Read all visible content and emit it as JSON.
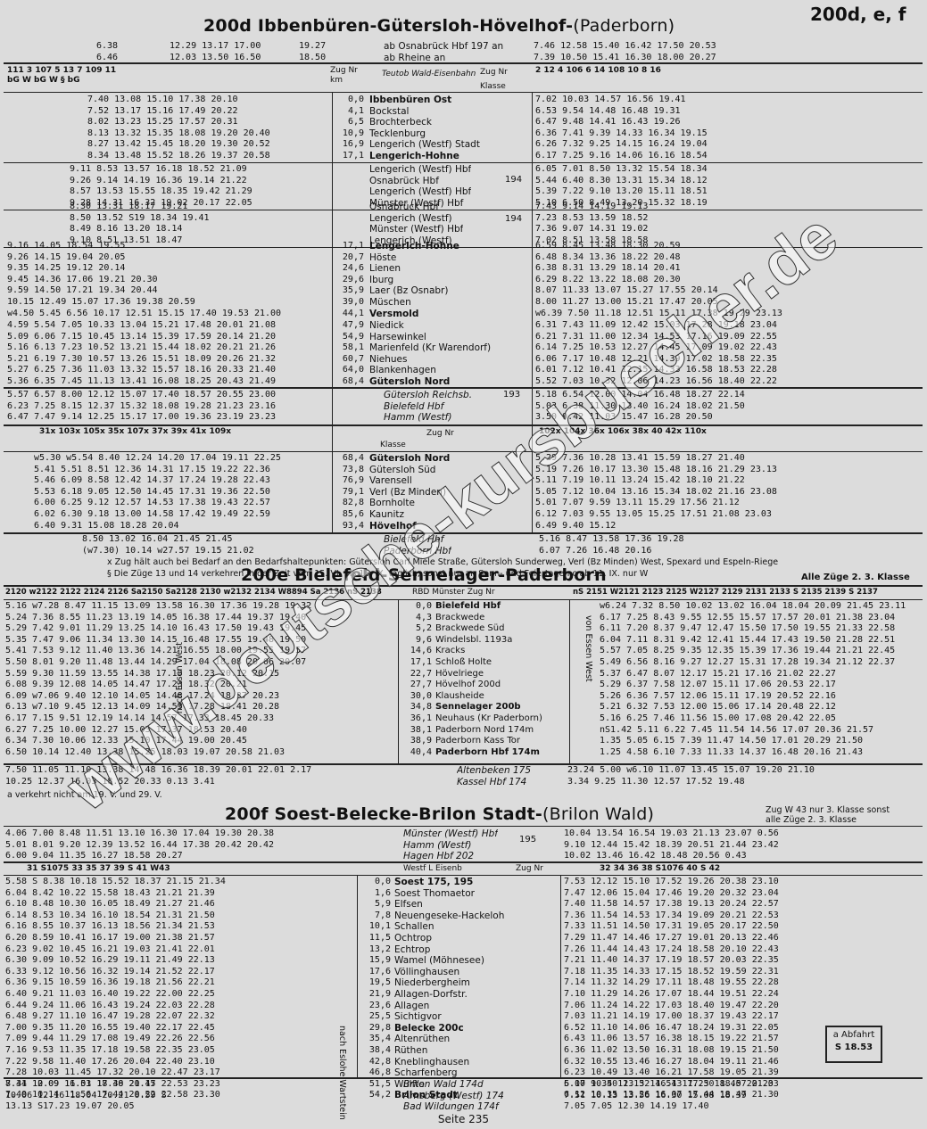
{
  "corner": "200d, e, f",
  "s1": {
    "title": "200d Ibbenbüren-Gütersloh-Hövelhof-",
    "title_sub": "(Paderborn)",
    "top_left_times": [
      "6.38",
      "6.46"
    ],
    "top_left_times2": [
      "12.29 13.17 17.00",
      "12.03 13.50 16.50"
    ],
    "top_left_times3": [
      "19.27",
      "18.50"
    ],
    "top_ref": [
      "ab Osnabrück Hbf 197 an",
      "ab Rheine an"
    ],
    "top_right_times": [
      "7.46 12.58 15.40 16.42 17.50 20.53",
      "7.39 10.50 15.41 16.30 18.00 20.27"
    ],
    "left_trains": "111 3 107 5 13 7 109 11",
    "left_trains_sub": "bG W   bG W   §   bG",
    "right_trains": "2 12 4 106 6 14 108 10 8 16",
    "line_name": "Teutob Wald-Eisenbahn",
    "zug_nr": "Zug Nr",
    "klasse": "Klasse",
    "km_label": "km",
    "stations_a": [
      "Ibbenbüren Ost",
      "Bockstal",
      "Brochterbeck",
      "Tecklenburg",
      "Lengerich (Westf) Stadt",
      "Lengerich-Hohne"
    ],
    "km_a": [
      "0,0",
      "4,1",
      "6,5",
      "10,9",
      "16,9",
      "17,1"
    ],
    "left_a": [
      "7.40 13.08 15.10 17.38 20.10",
      "7.52 13.17 15.16 17.49 20.22",
      "8.02 13.23 15.25 17.57 20.31",
      "8.13 13.32 15.35 18.08 19.20 20.40",
      "8.27 13.42 15.45 18.20 19.30 20.52",
      "8.34 13.48 15.52 18.26 19.37 20.58"
    ],
    "right_a": [
      "7.02 10.03 14.57 16.56 19.41",
      "6.53 9.54 14.48 16.48 19.31",
      "6.47 9.48 14.41 16.43 19.26",
      "6.36 7.41 9.39 14.33 16.34 19.15",
      "6.26 7.32 9.25 14.15 16.24 19.04",
      "6.17 7.25 9.16 14.06 16.16 18.54"
    ],
    "stations_b": [
      "Lengerich (Westf) Hbf",
      "Osnabrück Hbf",
      "Lengerich (Westf) Hbf",
      "Münster (Westf) Hbf"
    ],
    "left_b": [
      "9.11 8.53 13.57 16.18 18.52 21.09",
      "9.26 9.14 14.19 16.36 19.14 21.22",
      "8.57 13.53 15.55 18.35 19.42 21.29",
      "9.28 14.31 16.32 19.02 20.17 22.05"
    ],
    "right_b": [
      "6.05 7.01 8.50 13.32 15.54 18.34",
      "5.44 6.40 8.30 13.31 15.34 18.12",
      "5.39 7.22 9.10 13.20 15.11 18.51",
      "5.10 6.50 8.49 13.20 15.32 18.19"
    ],
    "stations_c": [
      "Osnabrück Hbf",
      "Lengerich (Westf)",
      "Münster (Westf) Hbf",
      "Lengerich (Westf)"
    ],
    "left_c": [
      "8.30 13.31 18.17 19.21",
      "8.50 13.52 S19 18.34 19.41",
      "8.49 8.16 13.20 18.14",
      "9.10 8.51 13.51 18.47"
    ],
    "right_c": [
      "7.43 9.14 14.19 19.13",
      "7.23 8.53 13.59 18.52",
      "7.36 9.07 14.31 19.02",
      "7.02 8.51 13.58 18.58"
    ],
    "ref_194": "194",
    "ref_194b": "194",
    "stations_d": [
      "Lengerich-Hohne",
      "Höste",
      "Lienen",
      "Iburg",
      "Laer (Bz Osnabr)",
      "Müschen",
      "Versmold"
    ],
    "km_d": [
      "17,1",
      "20,7",
      "24,6",
      "29,6",
      "35,9",
      "39,0",
      "44,1"
    ],
    "left_d": [
      "9.16 14.05 18.54 19.55",
      "9.26 14.15 19.04 20.05",
      "9.35 14.25 19.12 20.14",
      "9.45 14.36 17.06 19.21 20.30",
      "9.59 14.50 17.21 19.34 20.44",
      "10.15 12.49 15.07 17.36 19.38 20.59",
      "w4.50 5.45 6.56 10.17 12.51 15.15 17.40 19.53 21.00"
    ],
    "right_d": [
      "6.59 8.45 13.48 18.30 20.59",
      "6.48 8.34 13.36 18.22 20.48",
      "6.38 8.31 13.29 18.14 20.41",
      "6.29 8.22 13.22 18.08 20.30",
      "8.07 11.33 13.07 15.27 17.55 20.14",
      "8.00 11.27 13.00 15.21 17.47 20.05",
      "w6.39 7.50 11.18 12.51 15.11 17.38 19.29 23.13"
    ],
    "stations_e": [
      "Niedick",
      "Harsewinkel",
      "Marienfeld (Kr Warendorf)",
      "Niehues",
      "Blankenhagen",
      "Gütersloh Nord"
    ],
    "km_e": [
      "47,9",
      "54,9",
      "58,1",
      "60,7",
      "64,0",
      "68,4"
    ],
    "left_e": [
      "4.59 5.54 7.05 10.33 13.04 15.21 17.48 20.01 21.08",
      "5.09 6.06 7.15 10.45 13.14 15.39 17.59 20.14 21.20",
      "5.16 6.13 7.23 10.52 13.21 15.44 18.02 20.21 21.26",
      "5.21 6.19 7.30 10.57 13.26 15.51 18.09 20.26 21.32",
      "5.27 6.25 7.36 11.03 13.32 15.57 18.16 20.33 21.40",
      "5.36 6.35 7.45 11.13 13.41 16.08 18.25 20.43 21.49"
    ],
    "right_e": [
      "6.31 7.43 11.09 12.42 15.03 17.28 19.18 23.04",
      "6.21 7.31 11.00 12.34 14.53 17.16 19.09 22.55",
      "6.14 7.25 10.53 12.27 14.45 17.09 19.02 22.43",
      "6.06 7.17 10.48 12.21 14.39 17.02 18.58 22.35",
      "6.01 7.12 10.41 12.15 14.33 16.58 18.53 22.28",
      "5.52 7.03 10.32 12.06 14.23 16.56 18.40 22.22"
    ],
    "stations_f": [
      "Gütersloh Reichsb.",
      "Bielefeld Hbf",
      "Hamm (Westf)"
    ],
    "ref_193": "193",
    "left_f": [
      "5.57 6.57 8.00 12.12 15.07 17.40 18.57 20.55 23.00",
      "6.23 7.25 8.15 12.37 15.32 18.08 19.28 21.23 23.16",
      "6.47 7.47 9.14 12.25 15.17 17.00 19.36 23.19 23.23"
    ],
    "right_f": [
      "5.18 6.54 12.00 14.04 16.48 18.27 22.14",
      "5.03 6.38 11.30 13.40 16.24 18.02 21.50",
      "3.50 9.42 11.03 15.47 16.28 20.50"
    ],
    "left_trains2": "31x 103x 105x 35x 107x 37x 39x 41x 109x",
    "right_trains2": "102x 104x 36x 106x 38x 40 42x 110x",
    "stations_g": [
      "Gütersloh Nord",
      "Gütersloh Süd",
      "Varensell",
      "Verl (Bz Minden)",
      "Bornholte",
      "Kaunitz",
      "Hövelhof"
    ],
    "km_g": [
      "68,4",
      "73,8",
      "76,9",
      "79,1",
      "82,8",
      "85,6",
      "93,4"
    ],
    "left_g": [
      "w5.30 w5.54 8.40 12.24 14.20 17.04 19.11 22.25",
      "5.41 5.51 8.51 12.36 14.31 17.15 19.22 22.36",
      "5.46 6.09 8.58 12.42 14.37 17.24 19.28 22.43",
      "5.53 6.18 9.05 12.50 14.45 17.31 19.36 22.50",
      "6.00 6.25 9.12 12.57 14.53 17.38 19.43 22.57",
      "6.02 6.30 9.18 13.00 14.58 17.42 19.49 22.59",
      "6.40 9.31 15.08 18.28 20.04"
    ],
    "right_g": [
      "5.29 7.36 10.28 13.41 15.59 18.27 21.40",
      "5.19 7.26 10.17 13.30 15.48 18.16 21.29 23.13",
      "5.11 7.19 10.11 13.24 15.42 18.10 21.22",
      "5.05 7.12 10.04 13.16 15.34 18.02 21.16 23.08",
      "5.01 7.07 9.59 13.11 15.29 17.56 21.12",
      "6.12 7.03 9.55 13.05 15.25 17.51 21.08 23.03",
      "6.49 9.40 15.12"
    ],
    "stations_h": [
      "Bielefeld Hbf",
      "Paderborn Hbf"
    ],
    "left_h": [
      "8.50 13.02 16.04 21.45 21.45",
      "(w7.30) 10.14 w27.57 19.15 21.02"
    ],
    "right_h": [
      "5.16 8.47 13.58 17.36 19.28",
      "6.07 7.26 16.48 20.16"
    ],
    "notes": [
      "x Zug hält auch bei Bedarf an den Bedarfshaltepunkten: Gütersloh Carl Miele Straße, Gütersloh Sunderweg, Verl (Bz Minden) West, Spexard und Espeln-Riege",
      "§ Die Züge 13 und 14 verkehren in der Zeit vom 15. VI. bis 15. IX. täglich, sonst nur an Sonn- und Feiertagen   c ab 11. IX. nur W"
    ]
  },
  "s2": {
    "title": "200e Bielefeld-Sennelager-Paderborn",
    "klasse_note": "Alle Züge 2. 3. Klasse",
    "left_trains": "2120 w2122 2122 2124 2126 Sa2150 Sa2128 2130 w2132 2134 W8894 Sa 2136 nS 2138",
    "right_trains": "nS 2151 W2121 2123 2125 W2127 2129 2131 2133 S 2135 2139 S 2137",
    "rbd": "RBD Münster Zug Nr",
    "nach": "nach Essen West",
    "von": "von Essen West",
    "stations": [
      "Bielefeld Hbf",
      "Brackwede",
      "Brackwede Süd",
      "Windelsbl. 1193a",
      "Kracks",
      "Schloß Holte",
      "Hövelriege",
      "Hövelhof 200d",
      "Klausheide",
      "Sennelager 200b",
      "Neuhaus (Kr Paderborn)",
      "Paderborn Nord 174m",
      "Paderborn Kass Tor",
      "Paderborn Hbf 174m"
    ],
    "km": [
      "0,0",
      "4,3",
      "5,2",
      "9,6",
      "14,6",
      "17,1",
      "22,7",
      "27,7",
      "30,0",
      "34,8",
      "36,1",
      "38,1",
      "38,9",
      "40,4"
    ],
    "left": [
      "5.16 w7.28 8.47 11.15 13.09 13.58 16.30 17.36 19.28 19.32",
      "5.24 7.36 8.55 11.23 13.19 14.05 16.38 17.44 19.37 19.40",
      "5.29 7.42 9.01 11.29 13.25 14.10 16.43 17.50 19.43 19.45",
      "5.35 7.47 9.06 11.34 13.30 14.15 16.48 17.55 19.48 19.50",
      "5.41 7.53 9.12 11.40 13.36 14.21 16.55 18.00 19.55 19.57",
      "5.50 8.01 9.20 11.48 13.44 14.29 17.04 18.08 20.06 20.07",
      "5.59 9.30 11.59 13.55 14.38 17.13 18.23 20.12 20.15",
      "6.08 9.39 12.08 14.05 14.47 17.23 18.32 20.21",
      "6.09 w7.06 9.40 12.10 14.05 14.48 17.24 18.37 20.23",
      "6.13 w7.10 9.45 12.13 14.09 14.53 17.28 18.41 20.28",
      "6.17 7.15 9.51 12.19 14.14 14.57 17.33 18.45 20.33",
      "6.27 7.25 10.00 12.27 15.03 17.37 18.53 20.40",
      "6.34 7.30 10.06 12.33 15.10 17.44 19.00 20.45",
      "6.50 10.14 12.40 13.38 15.25 18.03 19.07 20.58 21.03"
    ],
    "right": [
      "w6.24 7.32 8.50 10.02 13.02 16.04 18.04 20.09 21.45 23.11",
      "6.17 7.25 8.43 9.55 12.55 15.57 17.57 20.01 21.38 23.04",
      "6.11 7.20 8.37 9.47 12.47 15.50 17.50 19.55 21.33 22.58",
      "6.04 7.11 8.31 9.42 12.41 15.44 17.43 19.50 21.28 22.51",
      "5.57 7.05 8.25 9.35 12.35 15.39 17.36 19.44 21.21 22.45",
      "5.49 6.56 8.16 9.27 12.27 15.31 17.28 19.34 21.12 22.37",
      "5.37 6.47 8.07 12.17 15.21 17.16 21.02 22.27",
      "5.29 6.37 7.58 12.07 15.11 17.06 20.53 22.17",
      "5.26 6.36 7.57 12.06 15.11 17.19 20.52 22.16",
      "5.21 6.32 7.53 12.00 15.06 17.14 20.48 22.12",
      "5.16 6.25 7.46 11.56 15.00 17.08 20.42 22.05",
      "nS1.42 5.11 6.22 7.45 11.54 14.56 17.07 20.36 21.57",
      "1.35 5.05 6.15 7.39 11.47 14.50 17.01 20.29 21.50",
      "1.25 4.58 6.10 7.33 11.33 14.37 16.48 20.16 21.43"
    ],
    "bottom_stations": [
      "Altenbeken 175",
      "Kassel Hbf 174"
    ],
    "bottom_left": [
      "7.50 11.05 11.10 13.38 14.48 16.36 18.39 20.01 22.01 2.17",
      "10.25 12.37 16.03 18.52 20.33 0.13 3.41"
    ],
    "bottom_right": [
      "23.24 5.00 w6.10 11.07 13.45 15.07 19.20 21.10",
      "3.34 9.25 11.30 12.57 17.52 19.48"
    ],
    "note": "a verkehrt nicht am 19. V. und 29. V."
  },
  "s3": {
    "title": "200f Soest-Belecke-Brilon Stadt-",
    "title_sub": "(Brilon Wald)",
    "klasse_note": "Zug W 43 nur 3. Klasse sonst alle Züge 2. 3. Klasse",
    "top_stations": [
      "Münster (Westf) Hbf",
      "Hamm (Westf)",
      "Hagen Hbf 202"
    ],
    "ref_195": "195",
    "top_left": [
      "4.06 7.00 8.48 11.51 13.10 16.30 17.04 19.30 20.38",
      "5.01 8.01 9.20 12.39 13.52 16.44 17.38 20.42 20.42",
      "6.00 9.04 11.35 16.27 18.58 20.27"
    ],
    "top_right": [
      "10.04 13.54 16.54 19.03 21.13 23.07 0.56",
      "9.10 12.44 15.42 18.39 20.51 21.44 23.42",
      "10.02 13.46 16.42 18.48 20.56 0.43"
    ],
    "left_trains": "31 S1075 33 35 37 39 S 41 W43",
    "right_trains": "32 34 36 38 S1076 40 S 42",
    "line_name": "Westf L Eisenb",
    "zug_nr": "Zug Nr",
    "stations": [
      "Soest 175, 195",
      "Soest Thomaetor",
      "Elfsen",
      "Neuengeseke-Hackeloh",
      "Schallen",
      "Ochtrop",
      "Echtrop",
      "Wamel (Möhnesee)",
      "Völlinghausen",
      "Niederbergheim",
      "Allagen-Dorfstr.",
      "Allagen",
      "Sichtigvor",
      "Belecke 200c",
      "Altenrüthen",
      "Rüthen",
      "Kneblinghausen",
      "Scharfenberg",
      "Wülfte",
      "Brilon Stadt"
    ],
    "km": [
      "0,0",
      "1,6",
      "5,9",
      "7,8",
      "10,1",
      "11,5",
      "13,2",
      "15,9",
      "17,6",
      "19,5",
      "21,9",
      "23,6",
      "25,5",
      "29,8",
      "35,4",
      "38,4",
      "42,8",
      "46,8",
      "51,5",
      "54,2"
    ],
    "left": [
      "5.58 S 8.38 10.18 15.52 18.37 21.15 21.34",
      "6.04 8.42 10.22 15.58 18.43 21.21 21.39",
      "6.10 8.48 10.30 16.05 18.49 21.27 21.46",
      "6.14 8.53 10.34 16.10 18.54 21.31 21.50",
      "6.16 8.55 10.37 16.13 18.56 21.34 21.53",
      "6.20 8.59 10.41 16.17 19.00 21.38 21.57",
      "6.23 9.02 10.45 16.21 19.03 21.41 22.01",
      "6.30 9.09 10.52 16.29 19.11 21.49 22.13",
      "6.33 9.12 10.56 16.32 19.14 21.52 22.17",
      "6.36 9.15 10.59 16.36 19.18 21.56 22.21",
      "6.40 9.21 11.03 16.40 19.22 22.00 22.25",
      "6.44 9.24 11.06 16.43 19.24 22.03 22.28",
      "6.48 9.27 11.10 16.47 19.28 22.07 22.32",
      "7.00 9.35 11.20 16.55 19.40 22.17 22.45",
      "7.09 9.44 11.29 17.08 19.49 22.26 22.56",
      "7.16 9.53 11.35 17.18 19.58 22.35 23.05",
      "7.22 9.58 11.40 17.26 20.04 22.40 23.10",
      "7.28 10.03 11.45 17.32 20.10 22.47 23.17",
      "7.34 10.09 11.51 17.38 20.17 22.53 23.23",
      "7.40 10.14 11.56 17.44 20.22 22.58 23.30"
    ],
    "right": [
      "7.53 12.12 15.10 17.52 19.26 20.38 23.10",
      "7.47 12.06 15.04 17.46 19.20 20.32 23.04",
      "7.40 11.58 14.57 17.38 19.13 20.24 22.57",
      "7.36 11.54 14.53 17.34 19.09 20.21 22.53",
      "7.33 11.51 14.50 17.31 19.05 20.17 22.50",
      "7.29 11.47 14.46 17.27 19.01 20.13 22.46",
      "7.26 11.44 14.43 17.24 18.58 20.10 22.43",
      "7.21 11.40 14.37 17.19 18.57 20.03 22.35",
      "7.18 11.35 14.33 17.15 18.52 19.59 22.31",
      "7.14 11.32 14.29 17.11 18.48 19.55 22.28",
      "7.10 11.29 14.26 17.07 18.44 19.51 22.24",
      "7.06 11.24 14.22 17.03 18.40 19.47 22.20",
      "7.03 11.21 14.19 17.00 18.37 19.43 22.17",
      "6.52 11.10 14.06 16.47 18.24 19.31 22.05",
      "6.43 11.06 13.57 16.38 18.15 19.22 21.57",
      "6.36 11.02 13.50 16.31 18.08 19.15 21.50",
      "6.32 10.55 13.46 16.27 18.04 19.11 21.46",
      "6.23 10.49 13.40 16.21 17.58 19.05 21.39",
      "6.17 10.40 13.32 16.13 17.50 18.57 21.33",
      "6.12 10.35 13.26 16.07 17.44 18.47 21.30"
    ],
    "nach": "nach Eslohe Wartstein",
    "abfahrt_label": "a Abfahrt",
    "abfahrt_time": "S 18.53",
    "bottom_stations": [
      "Brilon Wald 174d",
      "Arnsberg (Westf) 174",
      "Bad Wildungen 174f"
    ],
    "bottom_left": [
      "8.41 12.09 16.03 18.40 21.45",
      "10.06 12.16 18.04 20.21 0.59 S",
      "13.13 S17.23 19.07 20.05"
    ],
    "bottom_right": [
      "5.00 9.35 12.15 14.54 17.23 18.40 20.20",
      "7.51 10.13 13.56 16.30 15.08 18.39",
      "7.05 7.05 12.30 14.19 17.40"
    ]
  },
  "footer": "Seite 235",
  "watermark": "www.deutsche-kursbuecher.de"
}
